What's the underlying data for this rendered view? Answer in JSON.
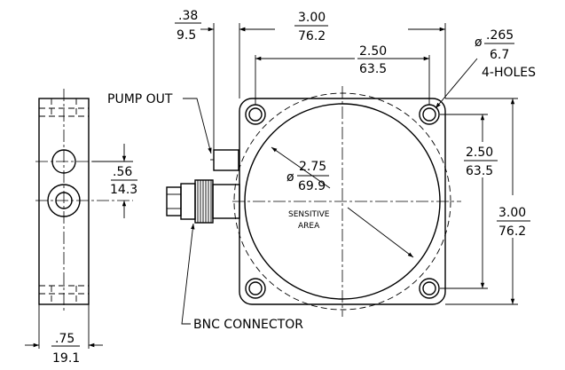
{
  "labels": {
    "pump_out": "PUMP OUT",
    "bnc_connector": "BNC CONNECTOR",
    "sensitive": "SENSITIVE",
    "area": "AREA",
    "holes": "4-HOLES",
    "phi": "ø"
  },
  "dims": {
    "width_in": "3.00",
    "width_mm": "76.2",
    "hole_spacing_in": "2.50",
    "hole_spacing_mm": "63.5",
    "pump_offset_in": ".38",
    "pump_offset_mm": "9.5",
    "hole_dia_in": ".265",
    "hole_dia_mm": "6.7",
    "vert_spacing_in": "2.50",
    "vert_spacing_mm": "63.5",
    "height_in": "3.00",
    "height_mm": "76.2",
    "area_dia_in": "2.75",
    "area_dia_mm": "69.9",
    "side_offset_in": ".56",
    "side_offset_mm": "14.3",
    "thickness_in": ".75",
    "thickness_mm": "19.1"
  }
}
